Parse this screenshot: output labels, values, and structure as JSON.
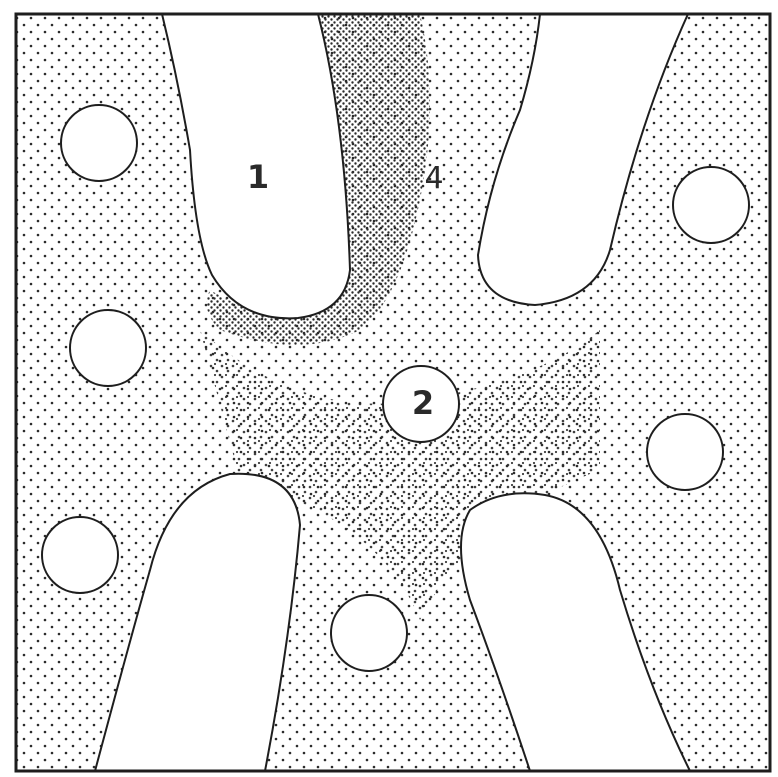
{
  "diagram": {
    "labels": {
      "one": "1",
      "two": "2",
      "four": "4"
    },
    "colors": {
      "ink": "#1e1e1e",
      "paper": "#ffffff",
      "dot": "#2b2b2b"
    }
  }
}
